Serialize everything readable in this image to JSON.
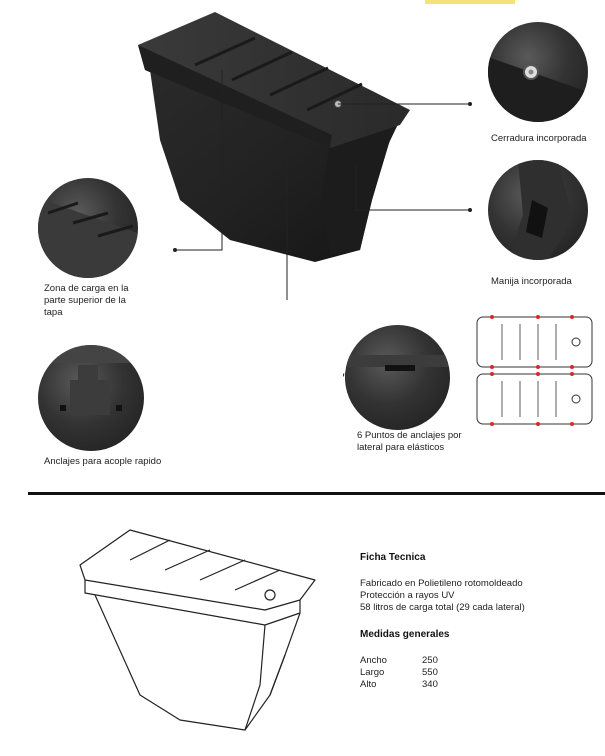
{
  "callouts": {
    "lock": "Cerradura incorporada",
    "handle": "Manija incorporada",
    "top_load": "Zona de carga en la parte superior de la tapa",
    "anchor_points": "6 Puntos de anclajes por lateral para elásticos",
    "quick_clips": "Anclajes para acople rapido"
  },
  "spec": {
    "heading": "Ficha Tecnica",
    "lines": [
      "Fabricado en Polietileno rotomoldeado",
      "Protección a rayos UV",
      "58 litros de carga total (29 cada lateral)"
    ],
    "dimensions_heading": "Medidas generales",
    "dimensions": [
      {
        "label": "Ancho",
        "value": "250"
      },
      {
        "label": "Largo",
        "value": "550"
      },
      {
        "label": "Alto",
        "value": "340"
      }
    ]
  },
  "colors": {
    "product": "#2b2b2b",
    "anchor_marker": "#d9262b",
    "connector": "#222222"
  }
}
